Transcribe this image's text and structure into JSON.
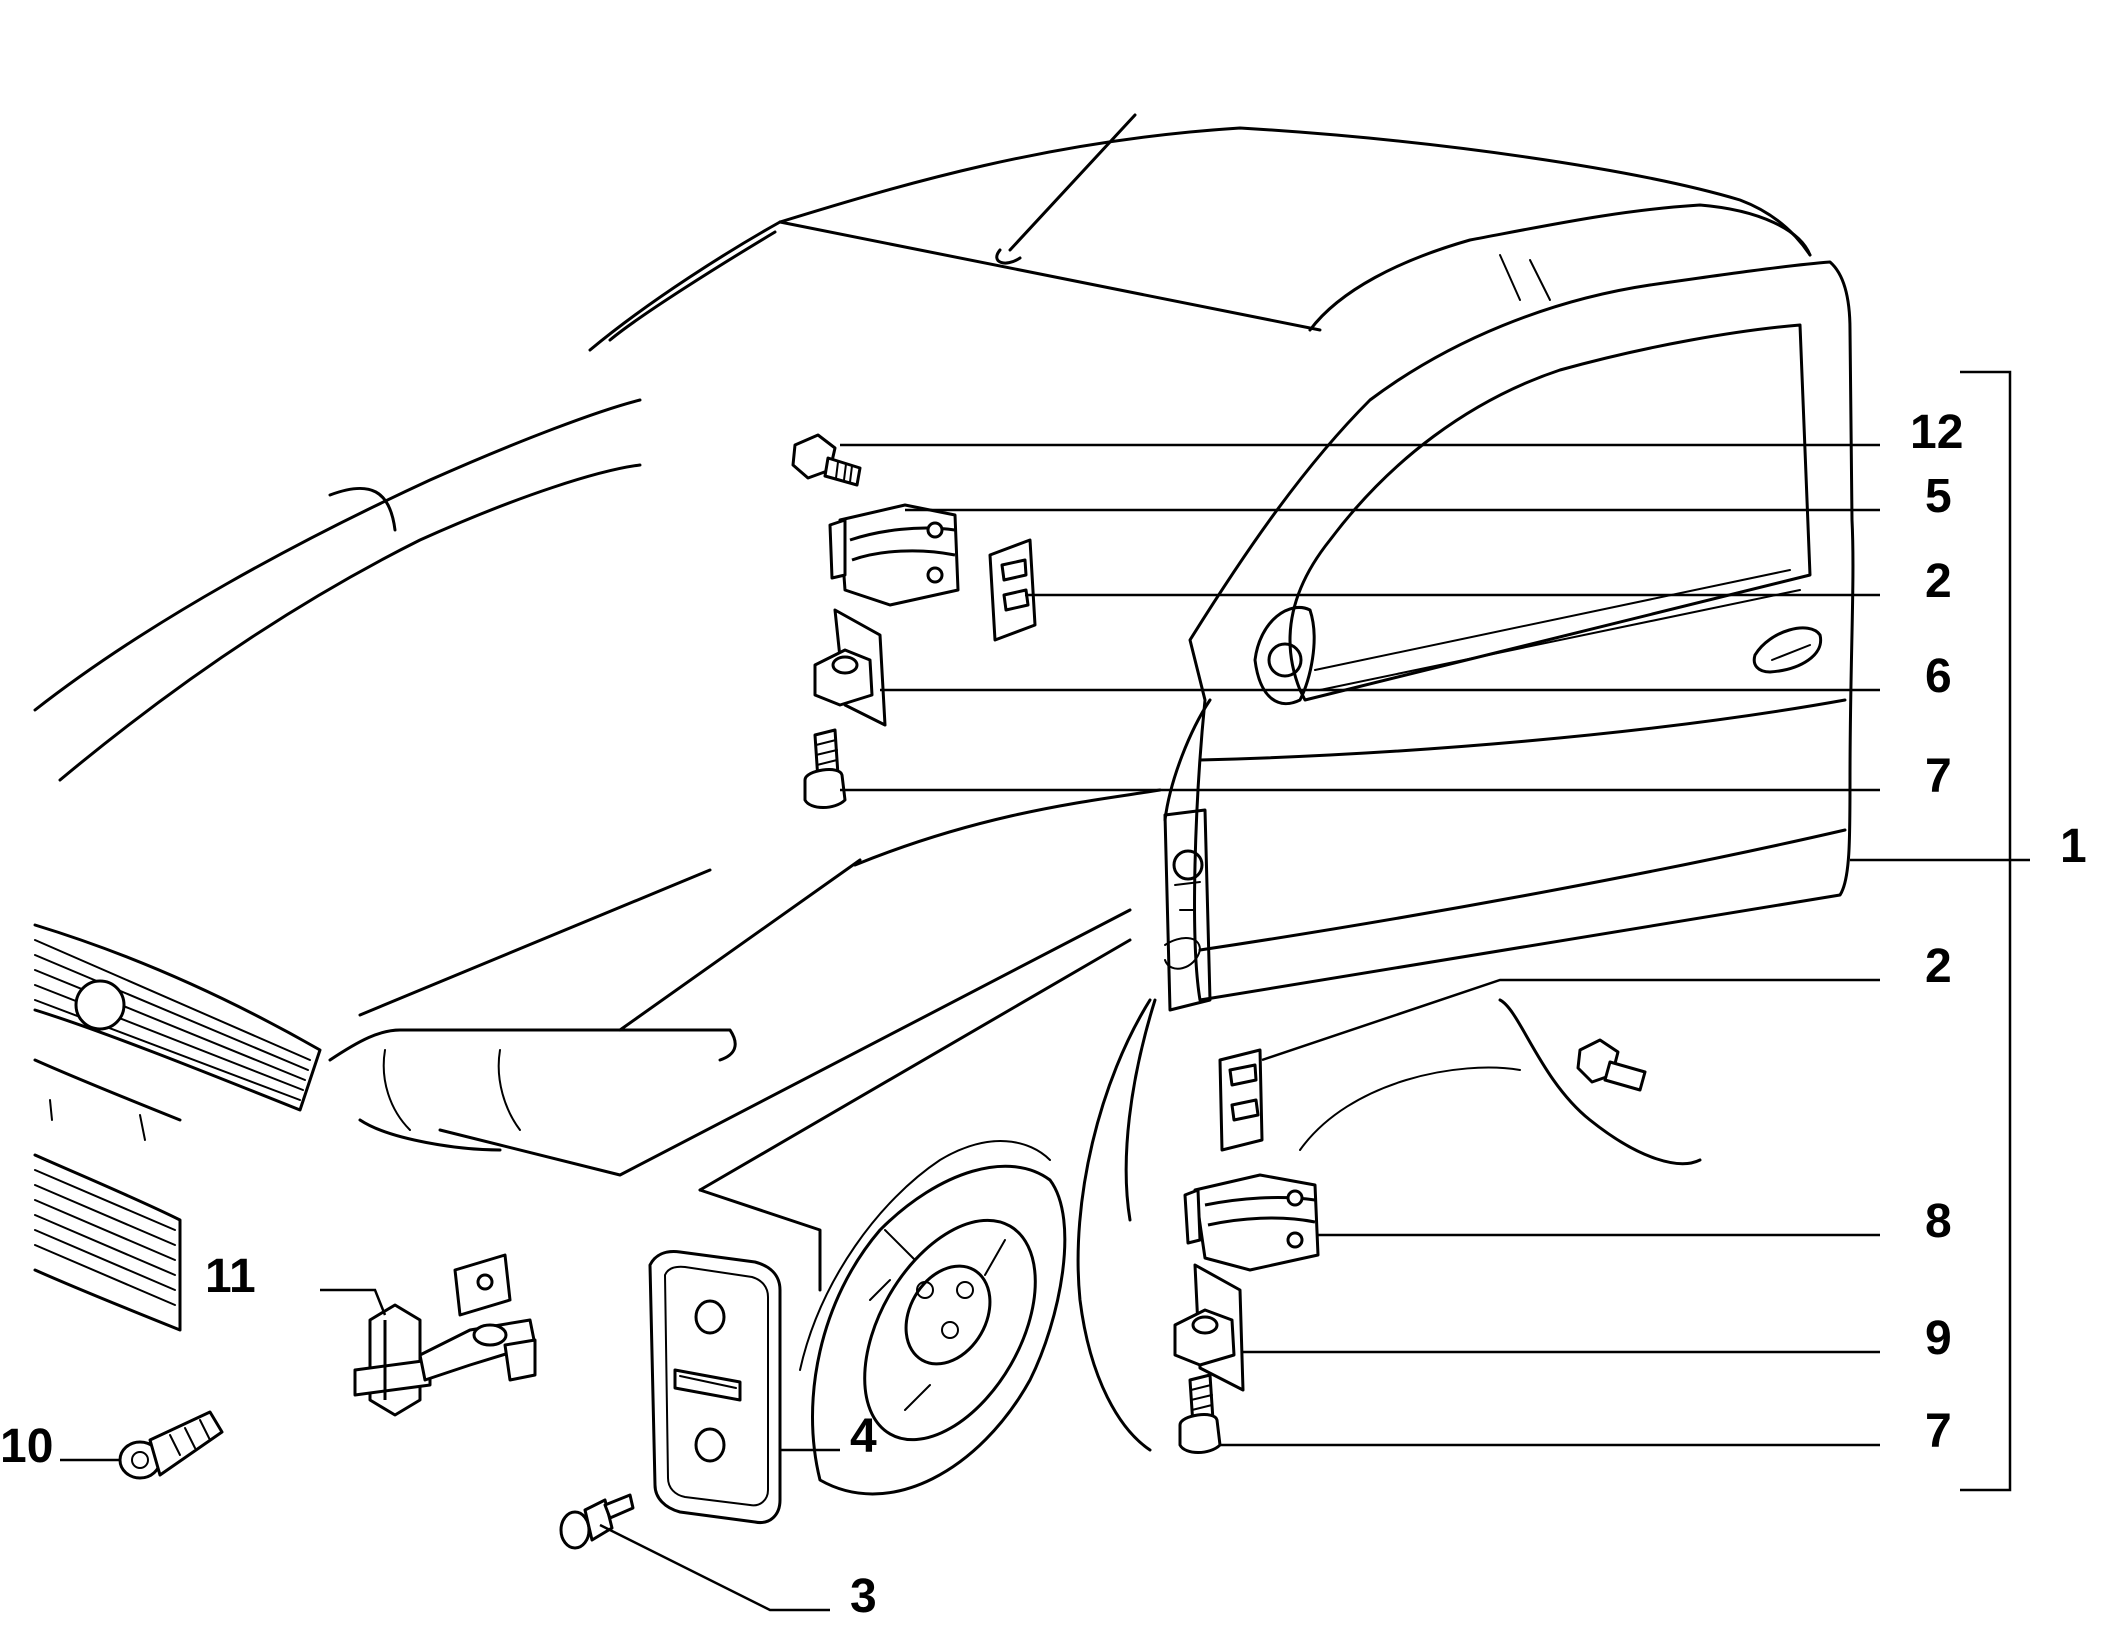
{
  "diagram": {
    "callouts": {
      "c1": "1",
      "c2_upper": "2",
      "c2_lower": "2",
      "c3": "3",
      "c4": "4",
      "c5": "5",
      "c6": "6",
      "c7_upper": "7",
      "c7_lower": "7",
      "c8": "8",
      "c9": "9",
      "c10": "10",
      "c11": "11",
      "c12": "12"
    }
  }
}
